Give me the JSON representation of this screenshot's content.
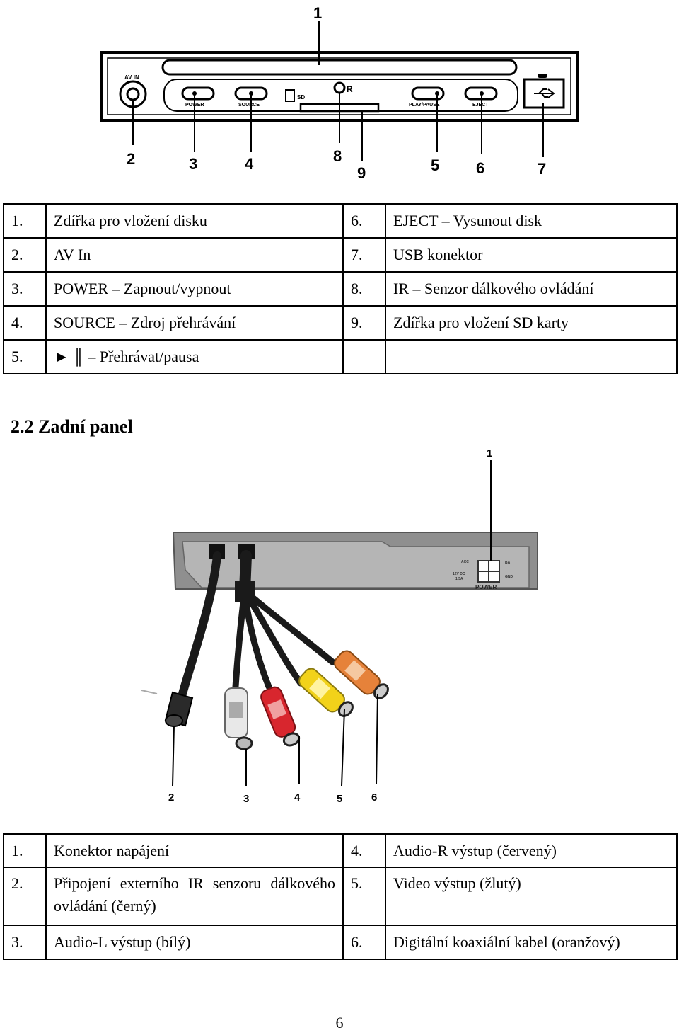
{
  "front_panel": {
    "callouts": [
      "1",
      "2",
      "3",
      "4",
      "5",
      "6",
      "7",
      "8",
      "9"
    ],
    "device_labels": {
      "av_in": "AV IN",
      "power": "POWER",
      "source": "SOURCE",
      "sd": "SD",
      "ir": "R",
      "play_pause": "PLAY/PAUSE",
      "eject": "EJECT"
    }
  },
  "front_table": {
    "rows": [
      [
        {
          "n": "1.",
          "t": "Zdířka pro vložení disku"
        },
        {
          "n": "6.",
          "t": "EJECT – Vysunout disk"
        }
      ],
      [
        {
          "n": "2.",
          "t": "AV In"
        },
        {
          "n": "7.",
          "t": "USB konektor"
        }
      ],
      [
        {
          "n": "3.",
          "t": "POWER – Zapnout/vypnout"
        },
        {
          "n": "8.",
          "t": "IR – Senzor dálkového ovládání"
        }
      ],
      [
        {
          "n": "4.",
          "t": "SOURCE – Zdroj přehrávání"
        },
        {
          "n": "9.",
          "t": "Zdířka pro vložení SD karty"
        }
      ],
      [
        {
          "n": "5.",
          "t": "► ║ – Přehrávat/pausa"
        },
        {
          "n": "",
          "t": ""
        }
      ]
    ]
  },
  "section_heading": "2.2 Zadní panel",
  "rear_panel": {
    "callouts": [
      "1",
      "2",
      "3",
      "4",
      "5",
      "6"
    ],
    "device_labels": {
      "power": "POWER",
      "acc": "ACC",
      "batt": "BATT",
      "gnd": "GND",
      "volt": "12V DC",
      "amp": "1.5A"
    }
  },
  "rear_table": {
    "rows": [
      [
        {
          "n": "1.",
          "t": "Konektor napájení"
        },
        {
          "n": "4.",
          "t": "Audio-R výstup (červený)"
        }
      ],
      [
        {
          "n": "2.",
          "t": "Připojení externího IR senzoru dálkového ovládání (černý)"
        },
        {
          "n": "5.",
          "t": "Video výstup (žlutý)"
        }
      ],
      [
        {
          "n": "3.",
          "t": "Audio-L výstup (bílý)"
        },
        {
          "n": "6.",
          "t": "Digitální koaxiální kabel (oranžový)"
        }
      ]
    ]
  },
  "page_number": "6",
  "colors": {
    "white_plug": "#e8e8e8",
    "red_plug": "#d8262e",
    "yellow_plug": "#f2d21a",
    "orange_plug": "#e6823a",
    "black_plug": "#2a2a2a",
    "panel": "#8a8a8a"
  }
}
